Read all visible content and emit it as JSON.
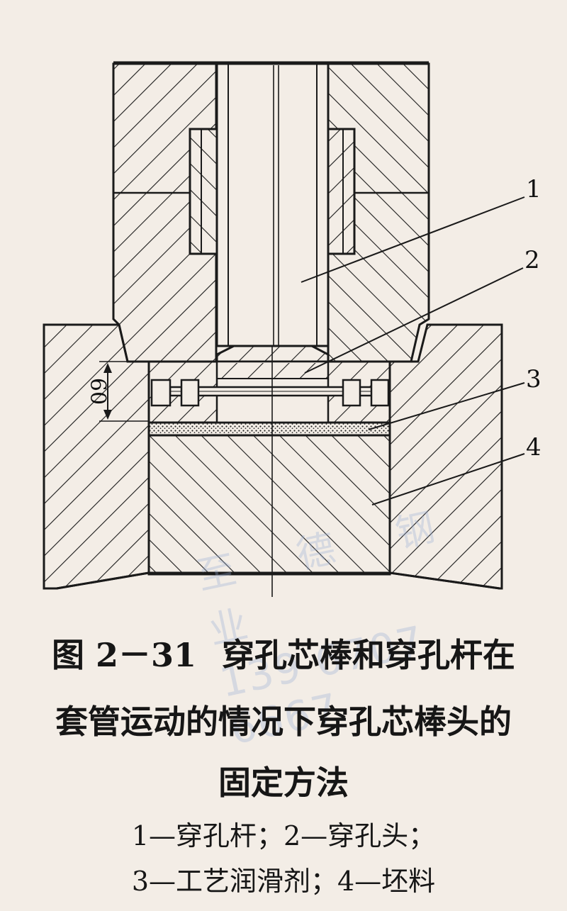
{
  "figure": {
    "number": "图 2－31",
    "title_line1": "穿孔芯棒和穿孔杆在",
    "title_line2": "套管运动的情况下穿孔芯棒头的",
    "title_line3": "固定方法",
    "legend_line1": "1—穿孔杆；2—穿孔头；",
    "legend_line2": "3—工艺润滑剂；4—坯料"
  },
  "callouts": [
    "1",
    "2",
    "3",
    "4"
  ],
  "dimension": "60",
  "watermark": {
    "name": "至 德 钢 业",
    "phone": "139 6707 6667"
  },
  "colors": {
    "background": "#f3ede6",
    "ink": "#1a1a1a",
    "watermark": "#96aad2"
  }
}
